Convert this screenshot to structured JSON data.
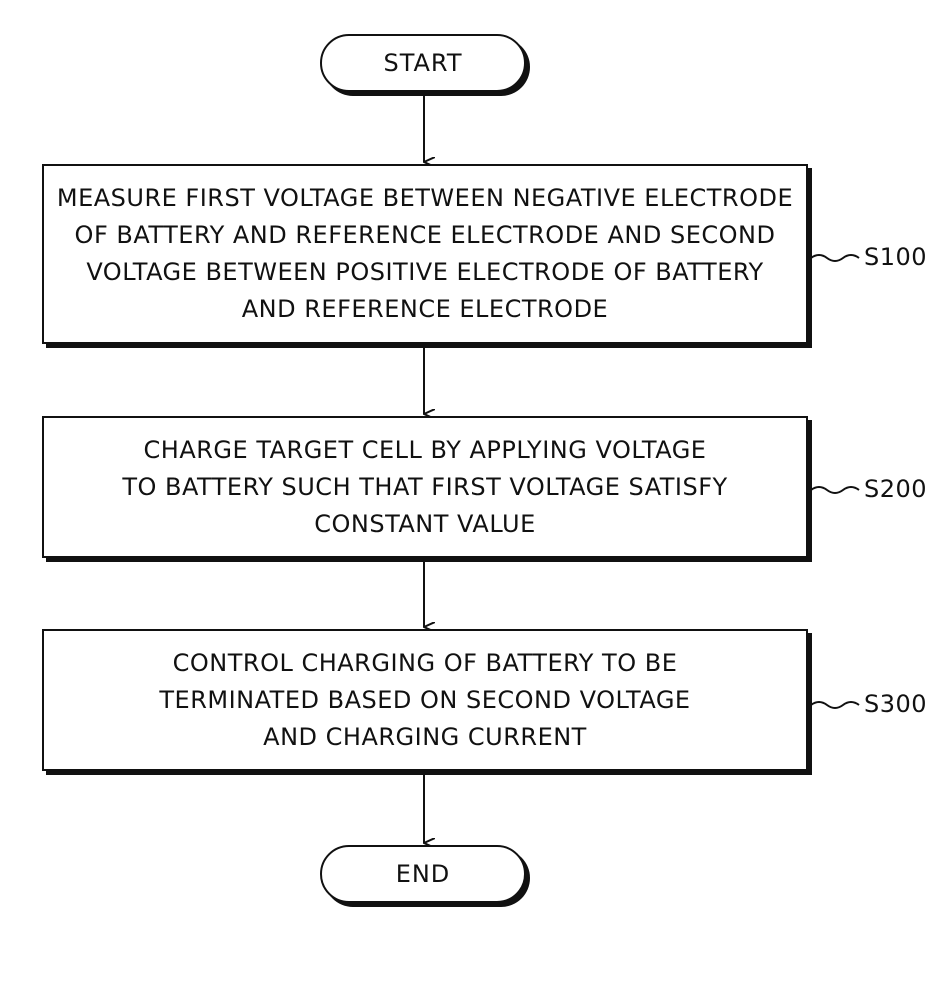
{
  "flowchart": {
    "start": {
      "label": "START"
    },
    "steps": [
      {
        "id": "S100",
        "text": "MEASURE FIRST VOLTAGE BETWEEN NEGATIVE ELECTRODE\nOF BATTERY AND REFERENCE ELECTRODE AND SECOND\nVOLTAGE BETWEEN POSITIVE ELECTRODE OF BATTERY\nAND REFERENCE ELECTRODE"
      },
      {
        "id": "S200",
        "text": "CHARGE TARGET CELL BY APPLYING VOLTAGE\nTO BATTERY SUCH THAT FIRST VOLTAGE SATISFY\nCONSTANT VALUE"
      },
      {
        "id": "S300",
        "text": "CONTROL CHARGING OF BATTERY TO BE\nTERMINATED BASED ON SECOND VOLTAGE\nAND CHARGING CURRENT"
      }
    ],
    "end": {
      "label": "END"
    }
  }
}
